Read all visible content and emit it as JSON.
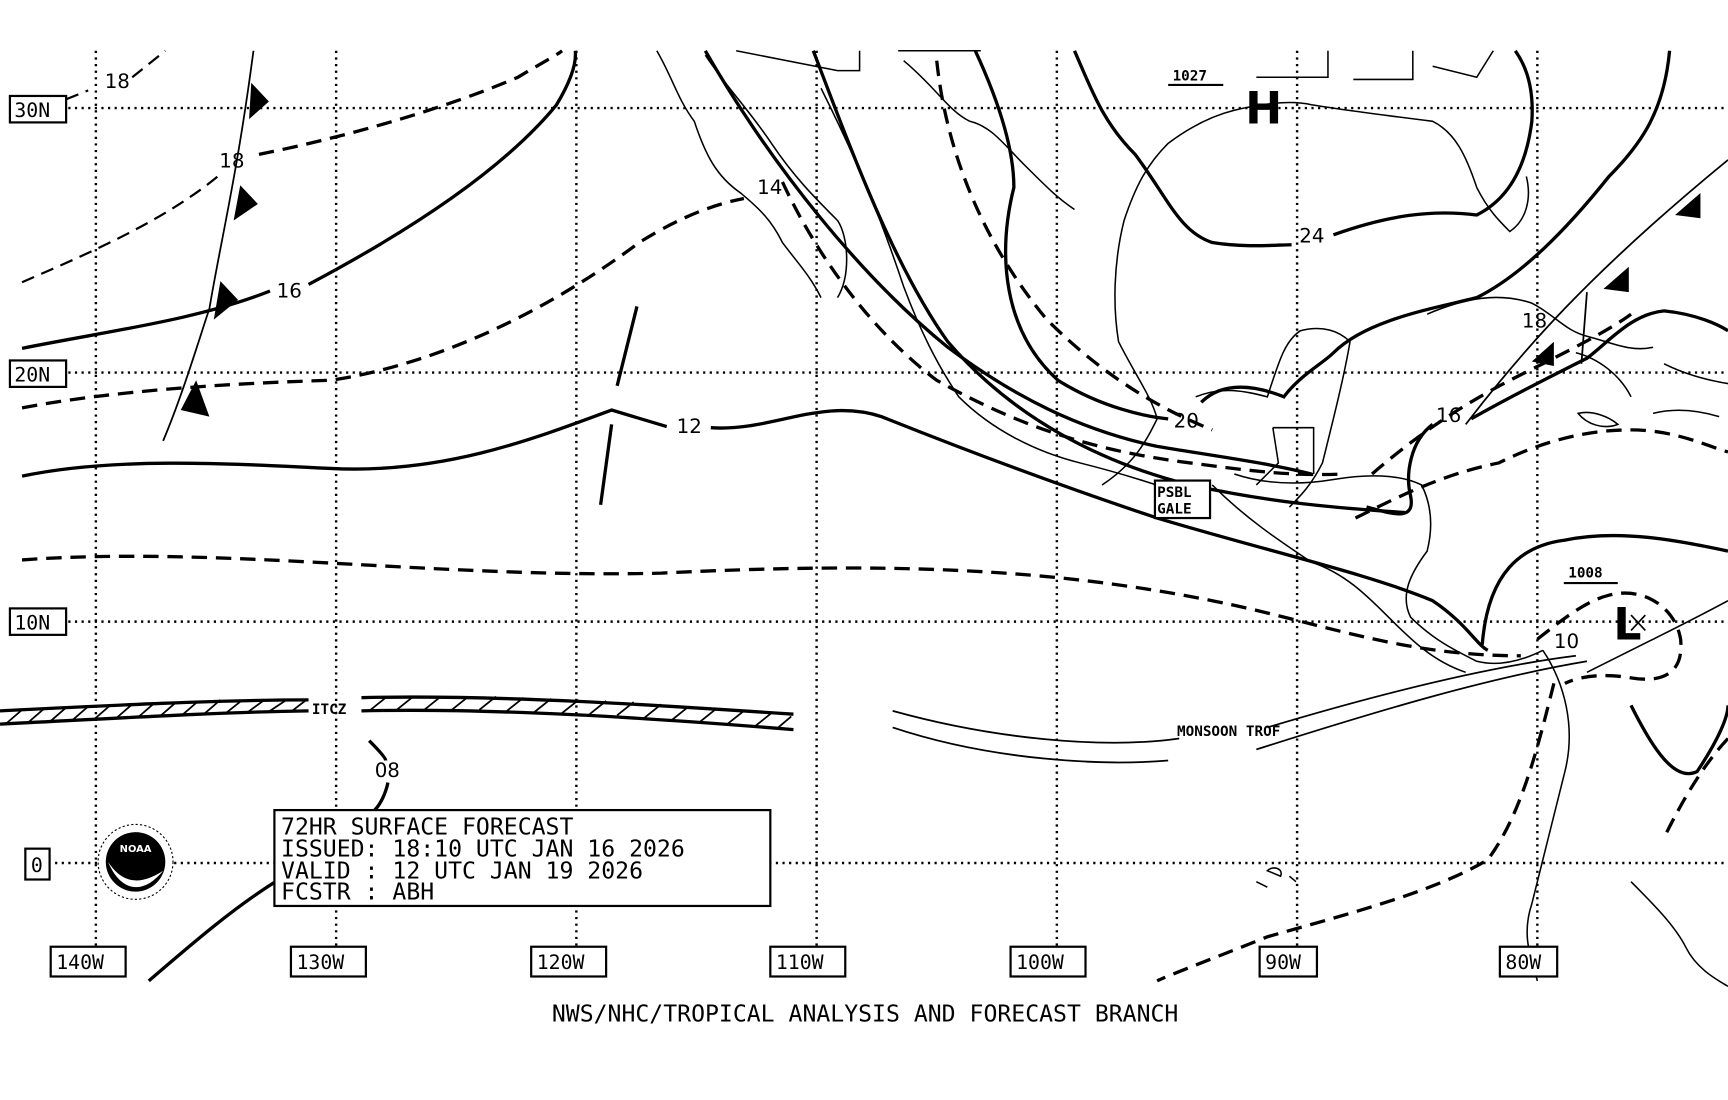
{
  "chart_title": {
    "lines": [
      "72HR SURFACE FORECAST",
      "ISSUED: 18:10 UTC JAN 16 2026",
      "VALID : 12 UTC JAN 19 2026",
      "FCSTR : ABH"
    ]
  },
  "footer": "NWS/NHC/TROPICAL ANALYSIS AND FORECAST BRANCH",
  "latitude_labels": [
    "30N",
    "20N",
    "10N",
    "0"
  ],
  "longitude_labels": [
    "140W",
    "130W",
    "120W",
    "110W",
    "100W",
    "90W",
    "80W"
  ],
  "isobar_labels": [
    "18",
    "18",
    "16",
    "14",
    "12",
    "08",
    "20",
    "24",
    "18",
    "16",
    "10"
  ],
  "pressure_centers": {
    "high": {
      "symbol": "H",
      "value": "1027"
    },
    "low": {
      "symbol": "L",
      "value": "1008"
    }
  },
  "features": {
    "itcz": "ITCZ",
    "monsoon": "MONSOON TROF",
    "warning_top": "PSBL",
    "warning_bottom": "GALE"
  },
  "logo_text": "NOAA"
}
